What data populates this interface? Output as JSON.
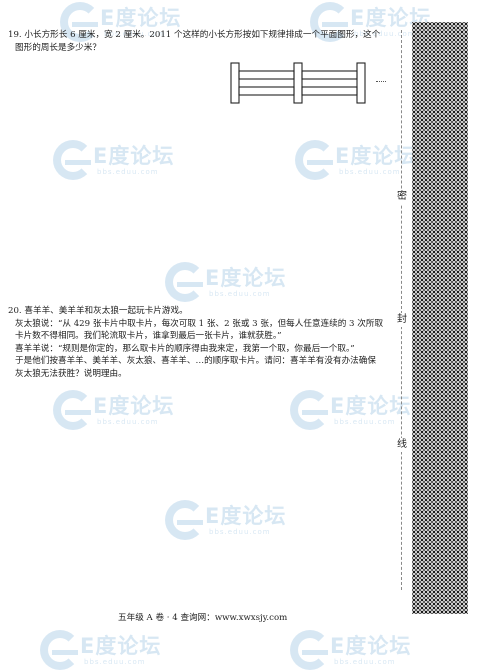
{
  "q19": {
    "line1": "19. 小长方形长 6 厘米，宽 2 厘米。2011 个这样的小长方形按如下规律排成一个平面图形，这个",
    "line2": "图形的周长是多少米？"
  },
  "q20": {
    "line1": "20. 喜羊羊、美羊羊和灰太狼一起玩卡片游戏。",
    "line2": "灰太狼说：“从 429 张卡片中取卡片，每次可取 1 张、2 张或 3 张，但每人任意连续的 3 次所取",
    "line3": "卡片数不得相同。我们轮流取卡片，谁拿到最后一张卡片，谁就获胜。”",
    "line4": "喜羊羊说：“规则是你定的，那么取卡片的顺序得由我来定，我第一个取，你最后一个取。”",
    "line5": "于是他们按喜羊羊、美羊羊、灰太狼、喜羊羊、…的顺序取卡片。请问：喜羊羊有没有办法确保",
    "line6": "灰太狼无法获胜？说明理由。"
  },
  "binding": {
    "mi": "密",
    "feng": "封",
    "xian": "线"
  },
  "footer": {
    "text": "五年级 A 卷 · 4    查询网：www.xwxsjy.com"
  },
  "watermark": {
    "brand": "E度论坛",
    "url": "bbs.eduu.com",
    "color": "#2a7fc0"
  }
}
